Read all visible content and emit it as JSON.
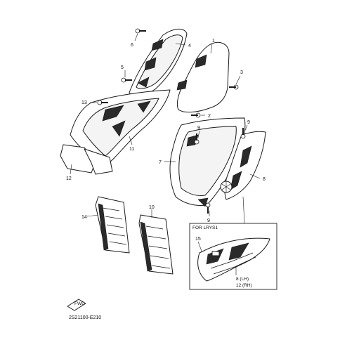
{
  "callouts": {
    "c1": "1",
    "c2": "2",
    "c3": "3",
    "c4": "4",
    "c5": "5",
    "c6": "6",
    "c7": "7",
    "c8": "8",
    "c9a": "9",
    "c9b": "9",
    "c9c": "9",
    "c10": "10",
    "c11": "11",
    "c12": "12",
    "c13": "13",
    "c14": "14",
    "c15": "15"
  },
  "inset": {
    "title": "FOR LRYS1",
    "label_8": "8  (LH)",
    "label_12": "12 (RH)"
  },
  "figure_code": "2S21100-E210",
  "front_marker": "FWD"
}
